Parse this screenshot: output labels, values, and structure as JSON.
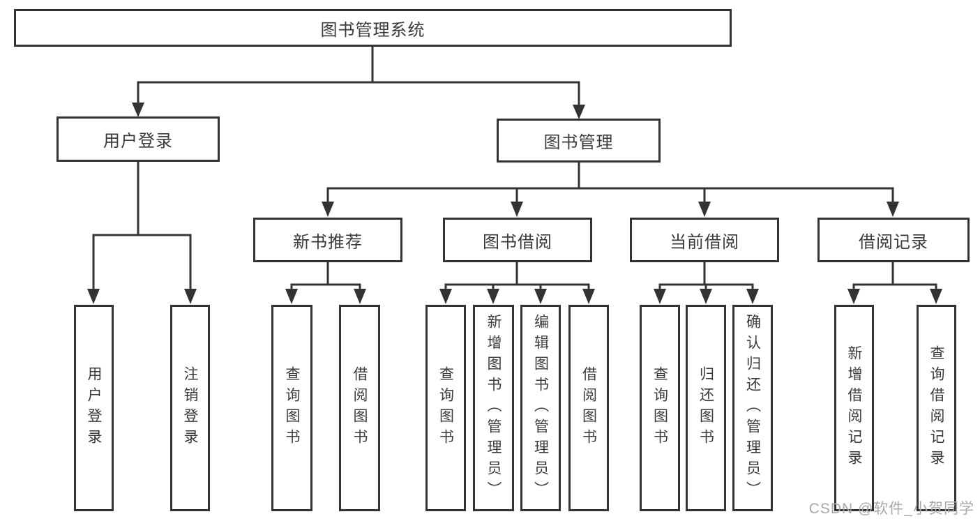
{
  "root": {
    "label": "图书管理系统"
  },
  "branches": [
    {
      "label": "用户登录",
      "leaves": [
        "用户登录",
        "注销登录"
      ]
    },
    {
      "label": "图书管理",
      "sub": [
        {
          "label": "新书推荐",
          "leaves": [
            "查询图书",
            "借阅图书"
          ]
        },
        {
          "label": "图书借阅",
          "leaves": [
            "查询图书",
            "新增图书（管理员）",
            "编辑图书（管理员）",
            "借阅图书"
          ]
        },
        {
          "label": "当前借阅",
          "leaves": [
            "查询图书",
            "归还图书",
            "确认归还（管理员）"
          ]
        },
        {
          "label": "借阅记录",
          "leaves": [
            "新增借阅记录",
            "查询借阅记录"
          ]
        }
      ]
    }
  ],
  "watermark": {
    "text": "CSDN @软件_小贺同学",
    "color": "#a9a9a9"
  },
  "colors": {
    "line": "#333333",
    "text": "#3a3a3a",
    "box_background": "#ffffff"
  }
}
